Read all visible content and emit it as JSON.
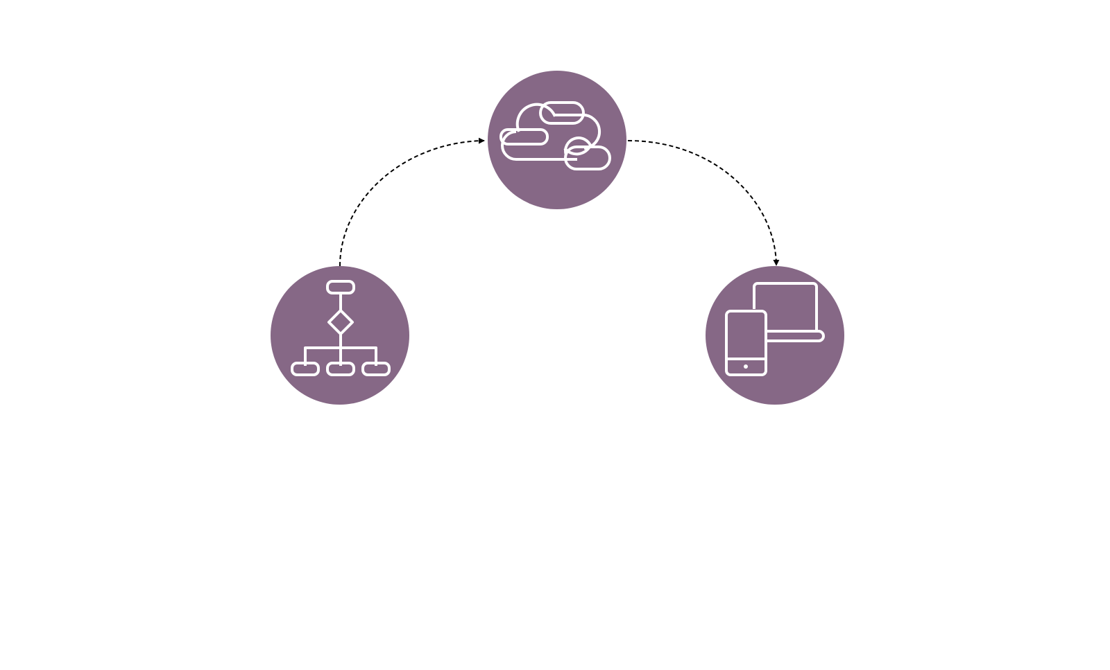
{
  "diagram": {
    "colors": {
      "node_fill": "#866886",
      "icon_stroke": "#ffffff",
      "connector": "#000000",
      "background": "#ffffff"
    },
    "nodes": [
      {
        "id": "process",
        "icon": "flowchart-icon"
      },
      {
        "id": "cloud",
        "icon": "cloud-icon"
      },
      {
        "id": "devices",
        "icon": "devices-icon"
      }
    ],
    "edges": [
      {
        "from": "process",
        "to": "cloud",
        "style": "dashed",
        "arrow": "end"
      },
      {
        "from": "cloud",
        "to": "devices",
        "style": "dashed",
        "arrow": "end"
      }
    ]
  }
}
